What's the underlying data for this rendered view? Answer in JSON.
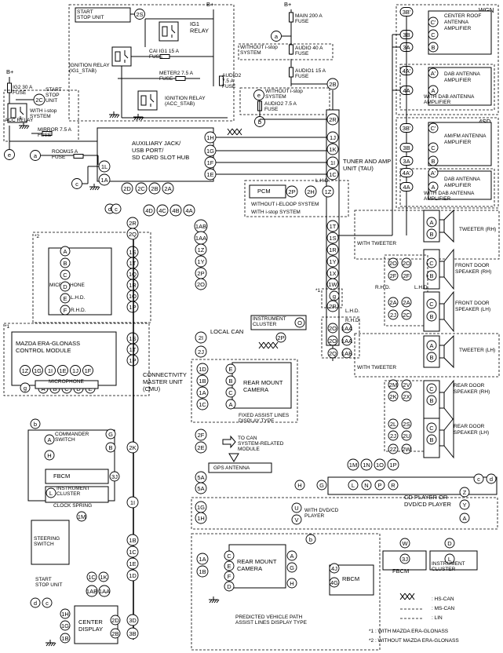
{
  "labels": {
    "bplus": "B+",
    "wgn": "WGN",
    "sd4": "4SD",
    "start_stop_unit": "START\nSTOP UNIT",
    "ig1_relay": "IG1\nRELAY",
    "cai_ig1": "CAI IG1 15 A\nFUSE",
    "ignition_relay_ig1": "IGNITION RELAY\n(IG1_STAB)",
    "meter2": "METER2 7.5 A\nFUSE",
    "audio2_top": "AUDIO2\n7.5 A\nFUSE",
    "ignition_relay_acc": "IGNITION RELAY\n(ACC_STAB)",
    "main200": "MAIN 200 A\nFUSE",
    "without_istop": "WITHOUT i-stop\nSYSTEM",
    "audio40": "AUDIO 40 A\nFUSE",
    "audio1_15": "AUDIO1 15 A\nFUSE",
    "without_istop2": "WITHOUT i-stop\nSYSTEM",
    "audio2_75": "AUDIO2 7.5 A\nFUSE",
    "ig2_30": "IG2 30 A\nFUSE",
    "start_stop_unit2": "START\nSTOP\nUNIT",
    "with_istop": "WITH i-stop\nSYSTEM",
    "acc_relay": "ACC RELAY",
    "mirror": "MIRROR 7.5 A\nFUSE",
    "room15": "ROOM15 A\nFUSE",
    "aux_hub": "AUXILIARY JACK/\nUSB PORT/\nSD CARD SLOT HUB",
    "tau": "TUNER AND AMP\nUNIT (TAU)",
    "center_roof": "CENTER ROOF\nANTENNA\nAMPLIFIER",
    "dab_amp": "DAB ANTENNA\nAMPLIFIER",
    "with_dab": "WITH DAB ANTENNA\nAMPLIFIER",
    "amfm_amp": "AM/FM ANTENNA\nAMPLIFIER",
    "dab_amp2": "DAB ANTENNA\nAMPLIFIER",
    "with_dab2": "WITH DAB ANTENNA\nAMPLIFIER",
    "pcm": "PCM",
    "lhd": "L.H.D.",
    "rhd": "R.H.D.",
    "without_ieloop": "WITHOUT i-ELOOP SYSTEM",
    "with_istop3": "WITH i-stop SYSTEM",
    "tweeter_rh": "TWEETER (RH)",
    "with_tweeter": "WITH TWEETER",
    "front_door_rh": "FRONT DOOR\nSPEAKER (RH)",
    "front_door_lh": "FRONT DOOR\nSPEAKER (LH)",
    "tweeter_lh": "TWEETER (LH)",
    "with_tweeter2": "WITH TWEETER",
    "rear_door_rh": "REAR DOOR\nSPEAKER (RH)",
    "rear_door_lh": "REAR DOOR\nSPEAKER (LH)",
    "star2": "*2",
    "star1": "*1",
    "microphone": "MICROPHONE",
    "era_glonass": "MAZDA ERA-GLONASS\nCONTROL MODULE",
    "microphone2": "MICROPHONE",
    "instrument_cluster": "INSTRUMENT\nCLUSTER",
    "local_can": "LOCAL CAN",
    "rear_mount_cam": "REAR MOUNT\nCAMERA",
    "fixed_assist": "FIXED ASSIST LINES\nDISPLAY TYPE",
    "cmu": "CONNECTIVITY\nMASTER UNIT\n(CMU)",
    "to_can": "TO CAN\nSYSTEM-RELATED\nMODULE",
    "gps": "GPS ANTENNA",
    "commander": "COMMANDER\nSWITCH",
    "fbcm": "FBCM",
    "instrument_cluster2": "INSTRUMENT\nCLUSTER",
    "clock_spring": "CLOCK SPRING",
    "steering_switch": "STEERING\nSWITCH",
    "start_stop_unit3": "START\nSTOP UNIT",
    "center_display": "CENTER\nDISPLAY",
    "cd_player": "CD PLAYER OR\nDVD/CD PLAYER",
    "with_dvd": "WITH DVD/CD\nPLAYER",
    "fbcm2": "FBCM",
    "instrument_cluster3": "INSTRUMENT\nCLUSTER",
    "rear_mount_cam2": "REAR MOUNT\nCAMERA",
    "rbcm": "RBCM",
    "predicted": "PREDICTED VEHICLE PATH\nASSIST LINES DISPLAY TYPE",
    "legend_hs": ": HS-CAN",
    "legend_ms": ": MS-CAN",
    "legend_lin": ": LIN",
    "note1": "*1 : WITH MAZDA ERA-GLONASS",
    "note2": "*2 : WITHOUT MAZDA ERA-GLONASS"
  }
}
